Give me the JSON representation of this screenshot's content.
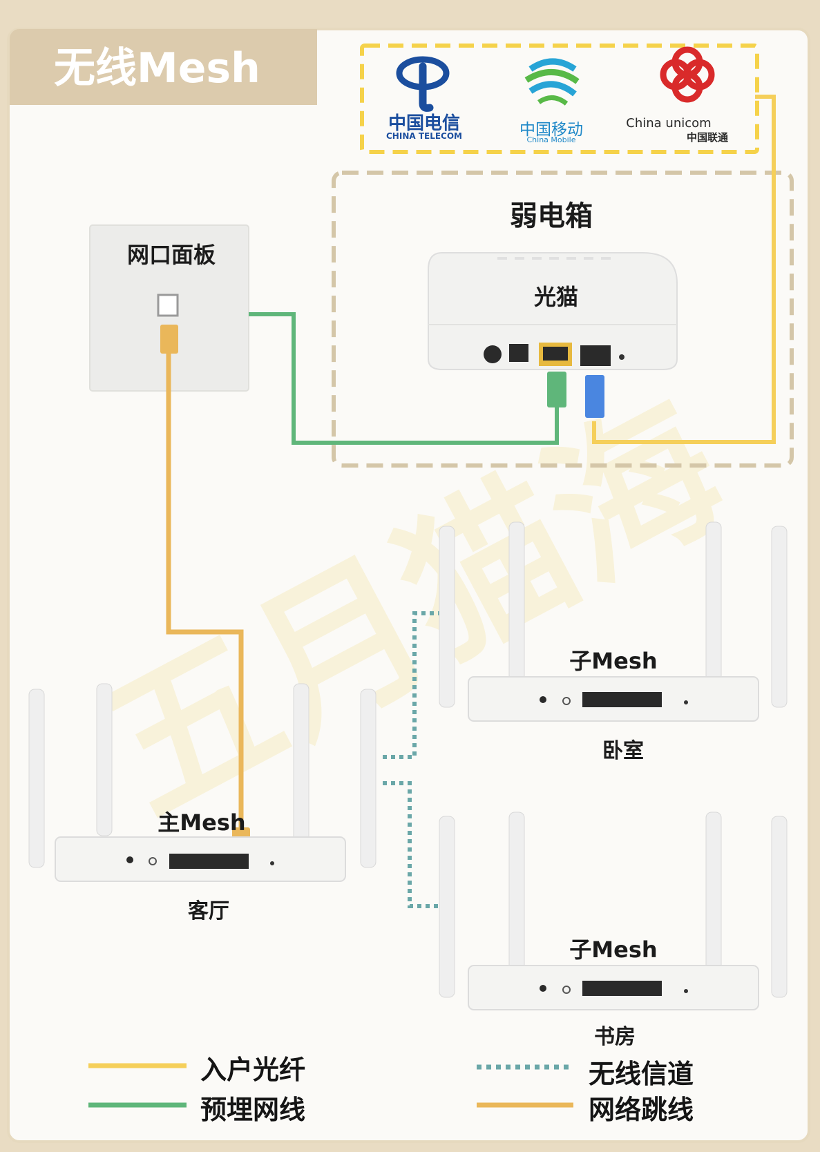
{
  "title": "无线Mesh",
  "isps": [
    {
      "name_cn": "中国电信",
      "name_en": "CHINA TELECOM",
      "color": "#1b4e9e"
    },
    {
      "name_cn": "中国移动",
      "name_en": "China Mobile",
      "color": "#1e88c8"
    },
    {
      "name_cn": "中国联通",
      "name_en": "China unicom",
      "color": "#d92a2a"
    }
  ],
  "nodes": {
    "panel": "网口面板",
    "box": "弱电箱",
    "modem": "光猫",
    "main_mesh": "主Mesh",
    "main_room": "客厅",
    "sub_mesh_1": "子Mesh",
    "sub_room_1": "卧室",
    "sub_mesh_2": "子Mesh",
    "sub_room_2": "书房"
  },
  "legend": [
    {
      "label": "入户光纤",
      "color": "#f5cf5a",
      "style": "solid"
    },
    {
      "label": "预埋网线",
      "color": "#5fb67a",
      "style": "solid"
    },
    {
      "label": "无线信道",
      "color": "#6aa7a8",
      "style": "dotted"
    },
    {
      "label": "网络跳线",
      "color": "#eab75a",
      "style": "solid"
    }
  ],
  "colors": {
    "fiber": "#f5cf5a",
    "cable": "#5fb67a",
    "wireless": "#6aa7a8",
    "patch": "#eab75a",
    "box_border": "#d4c6a8",
    "isp_border": "#f5d24a"
  }
}
